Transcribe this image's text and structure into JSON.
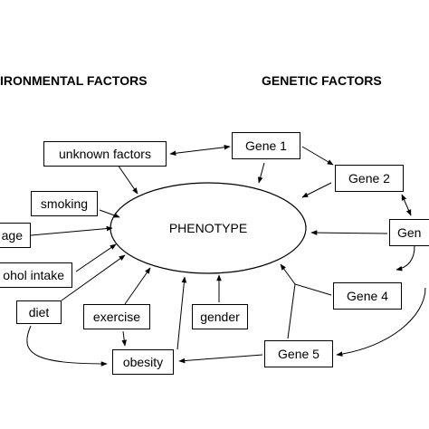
{
  "headings": {
    "environmental": "IRONMENTAL FACTORS",
    "genetic": "GENETIC FACTORS"
  },
  "center": "PHENOTYPE",
  "environmental_nodes": {
    "unknown_factors": "unknown factors",
    "smoking": "smoking",
    "age": "age",
    "alcohol_intake": "ohol intake",
    "diet": "diet",
    "exercise": "exercise",
    "gender": "gender",
    "obesity": "obesity"
  },
  "genetic_nodes": {
    "gene1": "Gene 1",
    "gene2": "Gene 2",
    "gene3": "Gen",
    "gene4": "Gene 4",
    "gene5": "Gene 5"
  }
}
